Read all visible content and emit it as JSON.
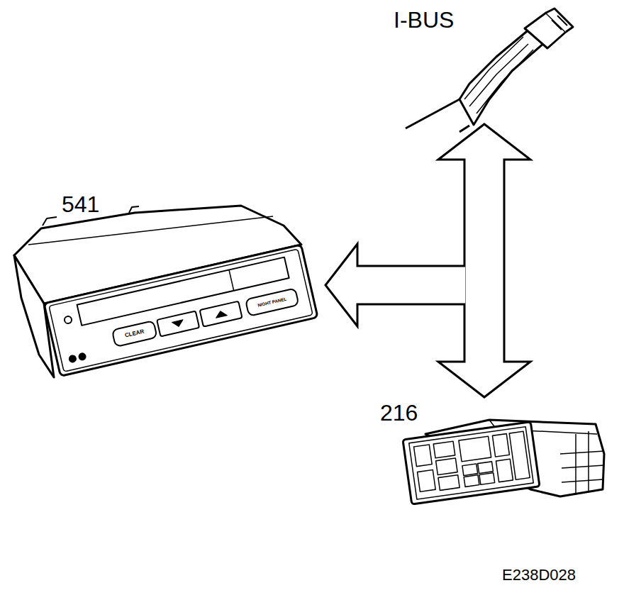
{
  "diagram": {
    "nodes": [
      {
        "text": [
          "I-BUS"
        ]
      },
      {
        "text": [
          "541"
        ]
      },
      {
        "text": [
          "216"
        ]
      }
    ],
    "edges": [
      {
        "from": 0,
        "to": 2,
        "arrow": "both"
      },
      {
        "from": 0,
        "to": 1,
        "arrow": "to"
      }
    ],
    "labels": [
      "CLEAR",
      "NIGHT PANEL",
      "E238D028"
    ]
  }
}
